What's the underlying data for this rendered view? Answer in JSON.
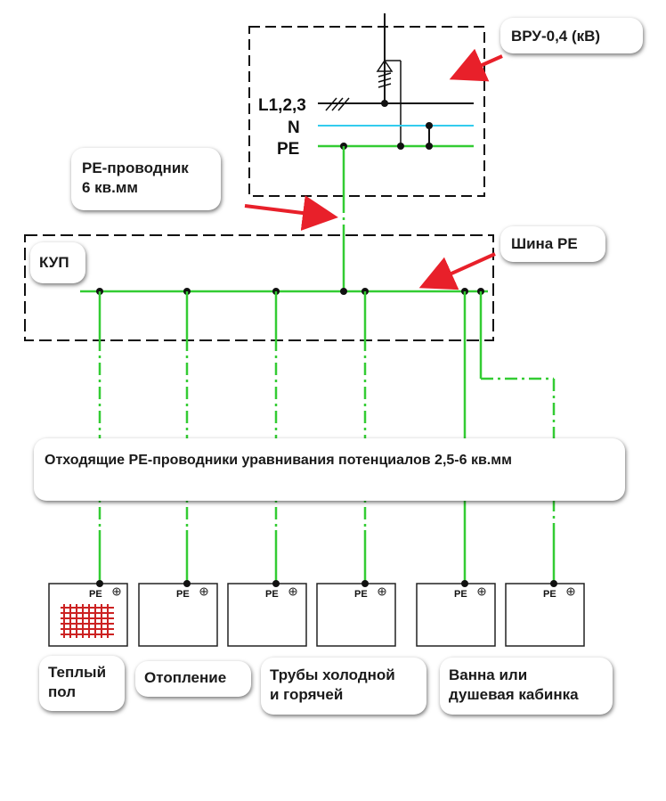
{
  "colors": {
    "pe_conductor": "#33cc33",
    "n_conductor": "#33ccee",
    "line": "#111111",
    "arrow": "#e8202a",
    "heating_grid": "#cc2222"
  },
  "callouts": {
    "vru": "ВРУ-0,4 (кВ)",
    "pe_wire": "РЕ-проводник\n6 кв.мм",
    "kup": "КУП",
    "pe_bus": "Шина РЕ",
    "outgoing": "Отходящие РЕ-проводники уравнивания потенциалов 2,5-6 кв.мм"
  },
  "buses": {
    "l": "L1,2,3",
    "n": "N",
    "pe": "PE"
  },
  "equipment": [
    {
      "tag": "PE",
      "label": "Теплый\nпол"
    },
    {
      "tag": "PE",
      "label": "Отопление"
    },
    {
      "tag": "PE",
      "label": ""
    },
    {
      "tag": "PE",
      "label": "Трубы холодной\nи горячей"
    },
    {
      "tag": "PE",
      "label": ""
    },
    {
      "tag": "PE",
      "label": "Ванна или\nдушевая кабинка"
    }
  ],
  "icons": [
    "ground-symbol-icon",
    "ground-terminal-icon",
    "pointer-arrow-icon",
    "heating-grid-icon"
  ]
}
